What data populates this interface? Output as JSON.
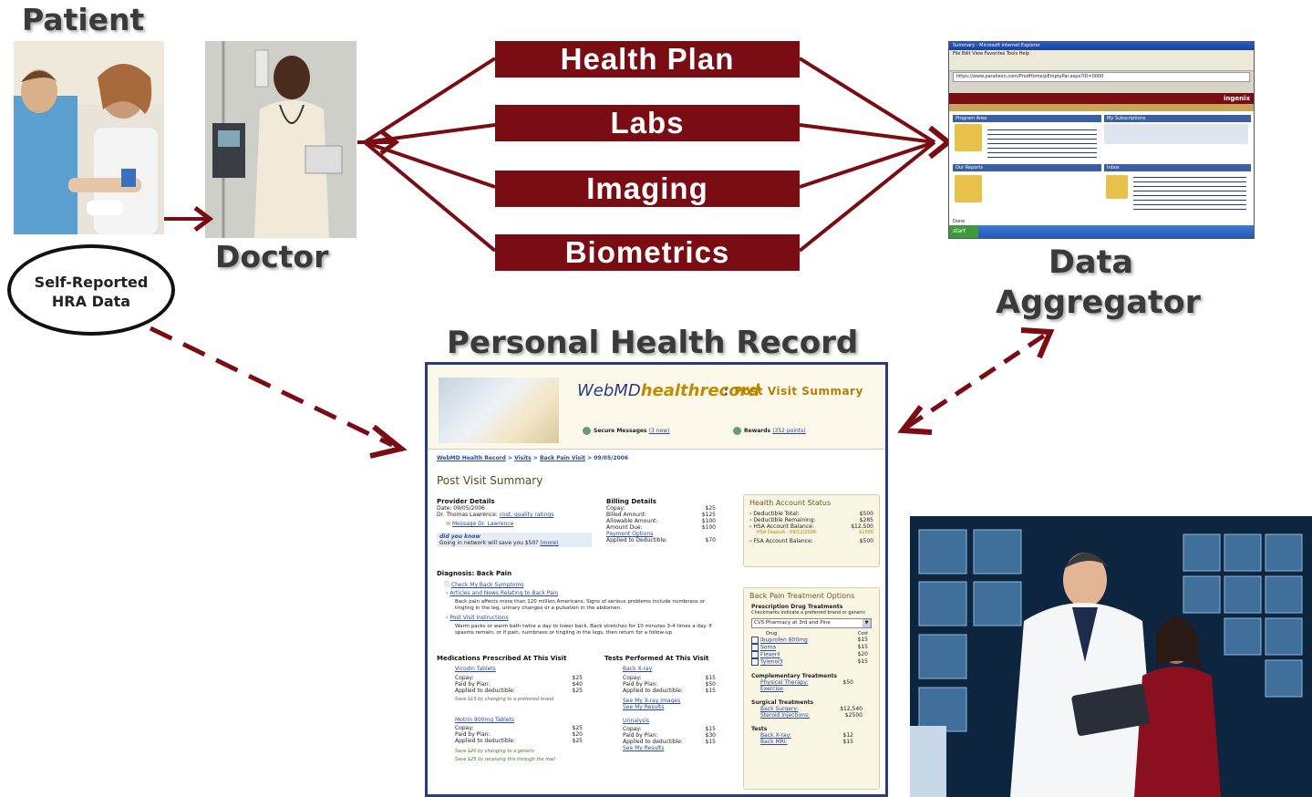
{
  "labels": {
    "patient": "Patient",
    "doctor": "Doctor",
    "data_aggregator_line1": "Data",
    "data_aggregator_line2": "Aggregator",
    "phr": "Personal Health Record",
    "hra_line1": "Self-Reported",
    "hra_line2": "HRA Data"
  },
  "sources": [
    "Health Plan",
    "Labs",
    "Imaging",
    "Biometrics"
  ],
  "colors": {
    "accent": "#7a0d14",
    "arrow": "#7a0d14",
    "label": "#3a3a3a"
  },
  "browser": {
    "title": "Summary - Microsoft Internet Explorer",
    "menu": "File  Edit  View  Favorites  Tools  Help",
    "address": "https://www.paralleon.com/ProdHome/pEmptyPar.aspx?ID=0000",
    "brand": "ingenix",
    "program_area": "Program Area",
    "my_subscriptions": "My Subscriptions",
    "our_reports": "Our Reports",
    "inbox": "Inbox",
    "start": "start",
    "status": "Done"
  },
  "phr": {
    "logo_main": "WebMD",
    "logo_sub": "healthrecord",
    "separator": ":",
    "header_title": "Post Visit Summary",
    "secure_messages": "Secure Messages",
    "secure_messages_count": "(3 new)",
    "rewards": "Rewards",
    "rewards_points": "(352 points)",
    "breadcrumb": [
      "WebMD Health Record",
      "Visits",
      "Back Pain Visit",
      "09/05/2006"
    ],
    "page_title": "Post Visit Summary",
    "provider": {
      "heading": "Provider Details",
      "date": "Date: 09/05/2006",
      "doctor": "Dr. Thomas Lawrence:",
      "ratings_link": "cost, quality ratings",
      "message_link": "Message Dr. Lawrence",
      "did_you_know": "did you know",
      "tip": "Going in network will save you $50?",
      "more": "(more)"
    },
    "billing": {
      "heading": "Billing Details",
      "rows": [
        {
          "label": "Copay:",
          "value": "$25"
        },
        {
          "label": "Billed Amount:",
          "value": "$125"
        },
        {
          "label": "Allowable Amount:",
          "value": "$100"
        },
        {
          "label": "Amount Due:",
          "value": "$100"
        }
      ],
      "payment_options": "Payment Options",
      "applied_label": "Applied to Deductible:",
      "applied_value": "$70"
    },
    "diagnosis": {
      "heading": "Diagnosis: Back Pain",
      "link1": "Check My Back Symptoms",
      "link2": "Articles and News Relating to Back Pain",
      "text1": "Back pain affects more than 120 million Americans. Signs of serious problems include numbness or tingling in the leg, urinary changes or a pulsation in the abdomen.",
      "link3": "Post Visit Instructions",
      "text2": "Warm packs or warm bath twice a day to lower back. Back stretches for 10 minutes 3-4 times a day. If spasms remain, or if pain, numbness or tingling in the legs, then return for a follow-up"
    },
    "medications": {
      "heading": "Medications Prescribed At This Visit",
      "items": [
        {
          "name": "Vicodin Tablets",
          "copay": "$25",
          "paid": "$40",
          "applied": "$25",
          "save": "Save $15 by changing to a preferred brand"
        },
        {
          "name": "Motrin 800mg Tablets",
          "copay": "$25",
          "paid": "$20",
          "applied": "$25",
          "save": "Save $20 by changing to a generic",
          "save2": "Save $25 by receiving this through the mail"
        }
      ],
      "copay_label": "Copay:",
      "paid_label": "Paid by Plan:",
      "applied_label": "Applied to deductible:"
    },
    "tests": {
      "heading": "Tests Performed At This Visit",
      "items": [
        {
          "name": "Back X-ray",
          "copay": "$15",
          "paid": "$50",
          "applied": "$15",
          "link1": "See My X-ray Images",
          "link2": "See My Results"
        },
        {
          "name": "Urinalysis",
          "copay": "$15",
          "paid": "$30",
          "applied": "$15",
          "link1": "See My Results"
        }
      ]
    },
    "account": {
      "heading": "Health Account Status",
      "rows": [
        {
          "label": "Deductible Total:",
          "value": "$500"
        },
        {
          "label": "Deductible Remaining:",
          "value": "$285"
        },
        {
          "label": "HSA Account Balance:",
          "value": "$12,500"
        }
      ],
      "hsa_deposit_label": "HSA Deposit - 09/12/2006:",
      "hsa_deposit_value": "$1500",
      "fsa_label": "FSA Account Balance:",
      "fsa_value": "$500"
    },
    "treatment": {
      "heading": "Back Pain Treatment Options",
      "rx_heading": "Prescription Drug Treatments",
      "rx_note": "Checkmarks indicate a preferred brand or generic",
      "pharmacy": "CVS Pharmacy at 3rd and Pine",
      "drug_col": "Drug",
      "cost_col": "Cost",
      "drugs": [
        {
          "name": "Ibuprofen 800mg",
          "cost": "$15"
        },
        {
          "name": "Soma",
          "cost": "$15"
        },
        {
          "name": "Flexeril",
          "cost": "$20"
        },
        {
          "name": "Tylenol3",
          "cost": "$15"
        }
      ],
      "comp_heading": "Complementary Treatments",
      "comp": [
        {
          "name": "Physical Therapy:",
          "cost": "$50"
        },
        {
          "name": "Exercise",
          "cost": ""
        }
      ],
      "surg_heading": "Surgical Treatments",
      "surg": [
        {
          "name": "Back Surgery:",
          "cost": "$12,540"
        },
        {
          "name": "Steroid Injections:",
          "cost": "$2500"
        }
      ],
      "tests_heading": "Tests",
      "tests": [
        {
          "name": "Back X-ray:",
          "cost": "$12"
        },
        {
          "name": "Back MRI:",
          "cost": "$15"
        }
      ]
    }
  }
}
